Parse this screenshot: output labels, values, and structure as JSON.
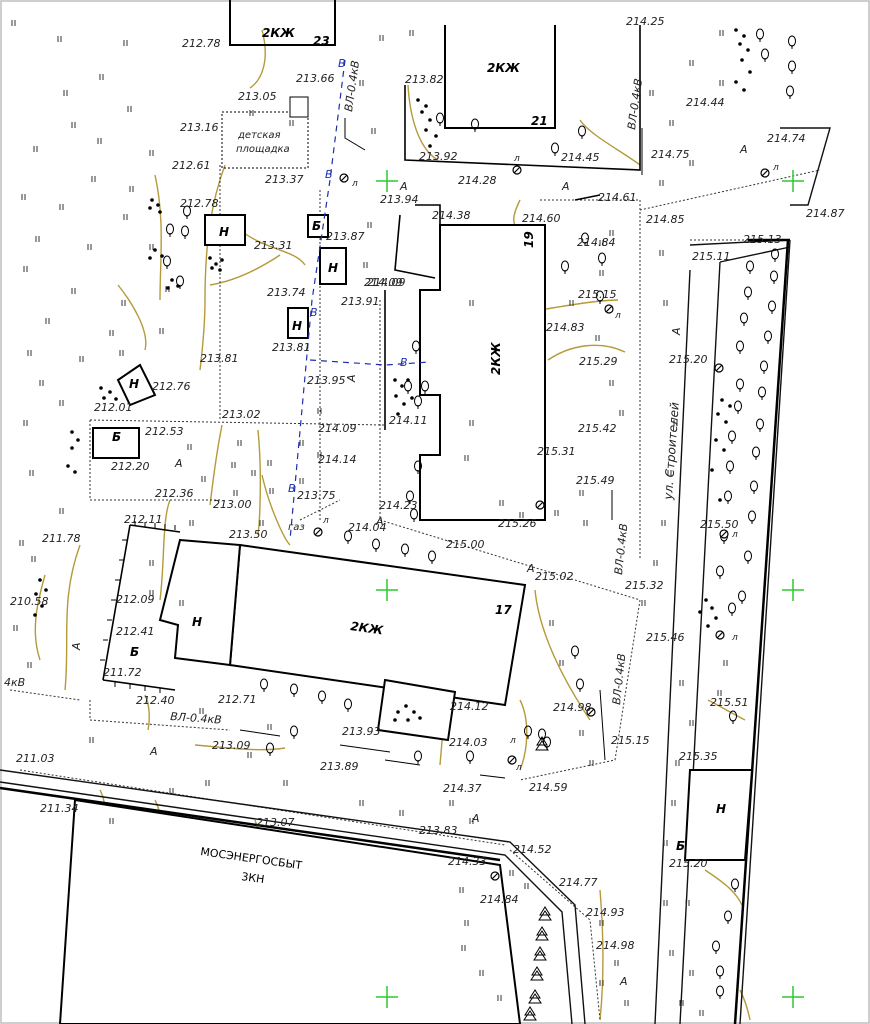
{
  "street_name": "ул. Строителей",
  "organization": {
    "name": "МОСЭНЕРГОСБЫТ",
    "code": "3КН"
  },
  "power_label": "ВЛ-0.4кВ",
  "power_label_partial": "4кВ",
  "gas_label": "газ",
  "playground_label": [
    "детская",
    "площадка"
  ],
  "cable_code": "В",
  "buildings": [
    {
      "id": "b1",
      "label": "2КЖ",
      "number": "23"
    },
    {
      "id": "b2",
      "label": "2КЖ",
      "number": "21"
    },
    {
      "id": "b3",
      "label": "2КЖ",
      "number": "19"
    },
    {
      "id": "b4",
      "label": "2КЖ",
      "number": "17"
    }
  ],
  "marks": {
    "n": "Н",
    "b": "Б",
    "a": "А",
    "l": "л"
  },
  "elevations": [
    "212.78",
    "213.66",
    "213.05",
    "213.16",
    "212.61",
    "213.37",
    "212.78",
    "213.31",
    "213.87",
    "213.74",
    "213.81",
    "213.91",
    "213.81",
    "213.95",
    "212.76",
    "212.01",
    "212.53",
    "212.20",
    "213.02",
    "214.09",
    "214.14",
    "212.36",
    "213.00",
    "213.75",
    "212.11",
    "213.50",
    "211.78",
    "210.58",
    "212.09",
    "212.41",
    "211.72",
    "212.40",
    "212.71",
    "213.09",
    "211.03",
    "211.34",
    "213.93",
    "213.89",
    "213.07",
    "213.83",
    "214.33",
    "214.84",
    "214.25",
    "213.82",
    "213.92",
    "214.28",
    "214.45",
    "214.75",
    "214.09",
    "214.44",
    "214.74",
    "214.87",
    "213.94",
    "214.38",
    "214.60",
    "214.61",
    "214.85",
    "214.84",
    "215.13",
    "215.11",
    "214.09",
    "215.15",
    "214.83",
    "215.29",
    "215.20",
    "214.11",
    "215.42",
    "215.31",
    "215.49",
    "214.23",
    "215.26",
    "214.04",
    "215.00",
    "215.02",
    "215.32",
    "215.50",
    "215.46",
    "214.12",
    "214.98",
    "214.03",
    "215.15",
    "214.37",
    "214.59",
    "215.51",
    "215.35",
    "214.52",
    "214.77",
    "214.93",
    "214.98",
    "215.20"
  ]
}
